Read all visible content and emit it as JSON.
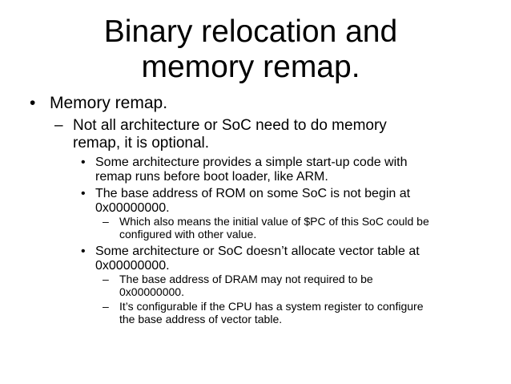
{
  "slide": {
    "title_line1": "Binary relocation and",
    "title_line2": "memory remap.",
    "bullets": {
      "b1": {
        "marker": "•",
        "text": "Memory remap."
      },
      "b1_1": {
        "marker": "–",
        "line1": "Not all architecture or SoC need to do memory",
        "line2": "remap, it is optional."
      },
      "b1_1_1": {
        "marker": "•",
        "line1": "Some architecture provides a simple start-up code with",
        "line2": "remap runs before boot loader, like ARM."
      },
      "b1_1_2": {
        "marker": "•",
        "line1": "The base address of ROM on some SoC is not begin at",
        "line2": "0x00000000."
      },
      "b1_1_2_1": {
        "marker": "–",
        "line1": "Which also means the initial value of $PC of this SoC could be",
        "line2": "configured with other value."
      },
      "b1_1_3": {
        "marker": "•",
        "line1": "Some architecture or SoC doesn’t allocate vector table at",
        "line2": "0x00000000."
      },
      "b1_1_3_1": {
        "marker": "–",
        "line1": "The base address of DRAM may not required to be",
        "line2": "0x00000000."
      },
      "b1_1_3_2": {
        "marker": "–",
        "line1": "It’s configurable if the CPU has a system register to configure",
        "line2": "the base address of vector table."
      }
    }
  }
}
